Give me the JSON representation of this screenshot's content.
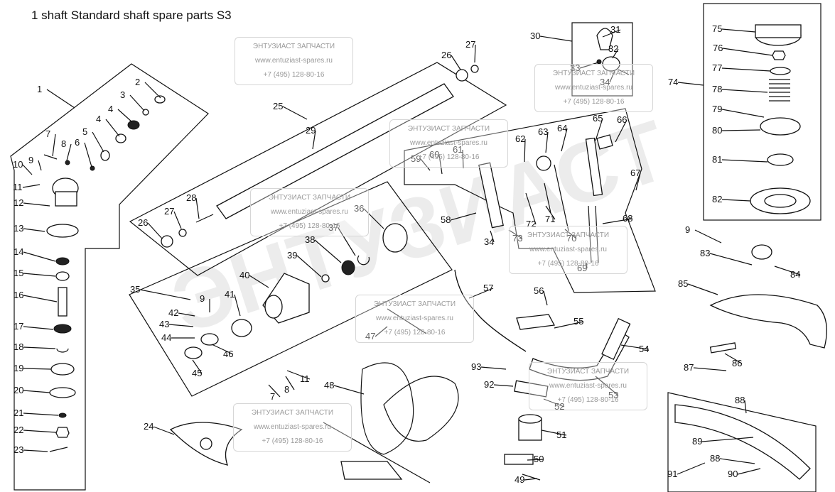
{
  "title": "1 shaft Standard shaft spare parts S3",
  "watermark": {
    "name": "ЭНТУЗИАСТ ЗАПЧАСТИ",
    "site": "www.entuziast-spares.ru",
    "phone": "+7 (495) 128-80-16"
  },
  "labels": [
    "1",
    "2",
    "3",
    "4",
    "4",
    "5",
    "6",
    "7",
    "8",
    "9",
    "10",
    "11",
    "12",
    "13",
    "14",
    "15",
    "16",
    "17",
    "18",
    "19",
    "20",
    "21",
    "22",
    "23",
    "24",
    "25",
    "26",
    "27",
    "26",
    "27",
    "28",
    "29",
    "30",
    "31",
    "32",
    "33",
    "34",
    "35",
    "36",
    "37",
    "38",
    "39",
    "40",
    "41",
    "42",
    "43",
    "44",
    "45",
    "46",
    "9",
    "7",
    "8",
    "11",
    "47",
    "48",
    "49",
    "50",
    "51",
    "52",
    "53",
    "54",
    "55",
    "56",
    "57",
    "58",
    "59",
    "60",
    "61",
    "62",
    "63",
    "64",
    "65",
    "66",
    "67",
    "68",
    "69",
    "70",
    "71",
    "72",
    "73",
    "34",
    "74",
    "75",
    "76",
    "77",
    "78",
    "79",
    "80",
    "81",
    "82",
    "9",
    "83",
    "84",
    "85",
    "86",
    "87",
    "88",
    "89",
    "88",
    "90",
    "91",
    "92",
    "93"
  ],
  "colors": {
    "line": "#111111",
    "watermark": "#9a9a9a"
  }
}
